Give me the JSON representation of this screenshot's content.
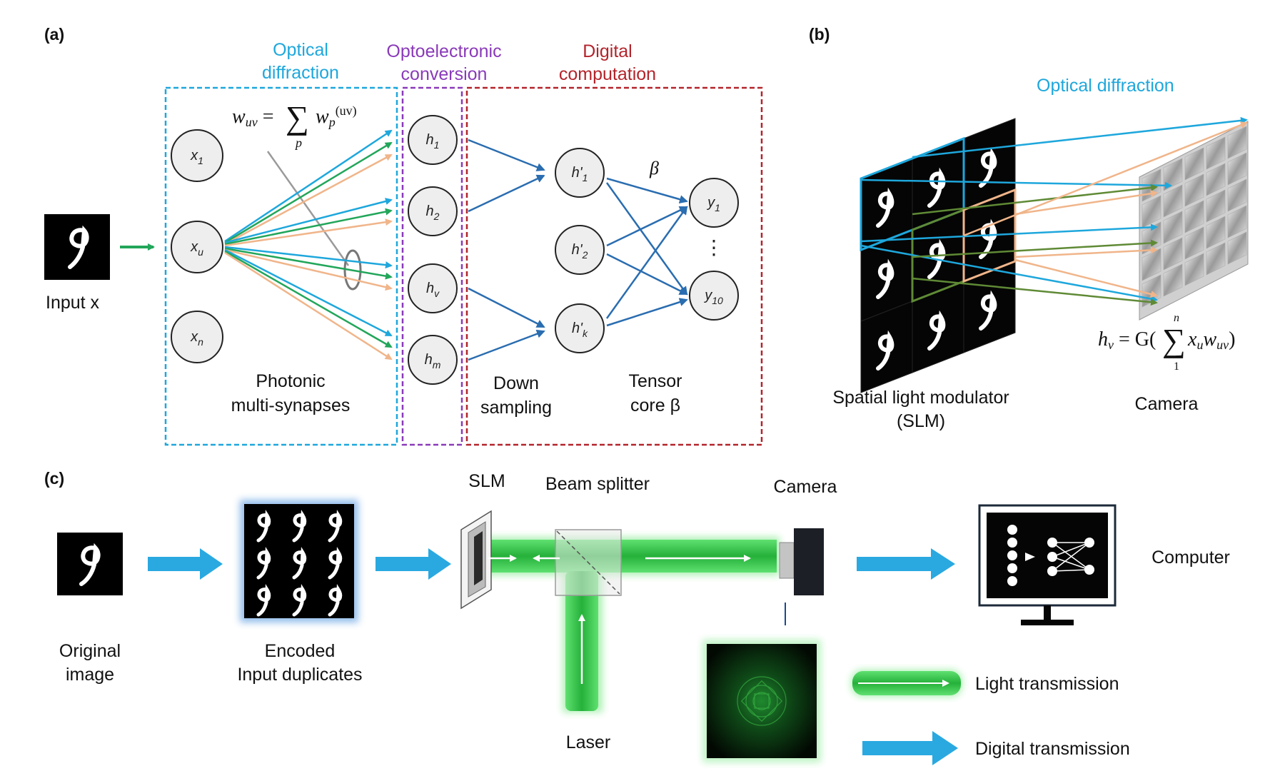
{
  "panels": {
    "a": "(a)",
    "b": "(b)",
    "c": "(c)"
  },
  "colors": {
    "optical": "#1ea7dc",
    "optoelectronic": "#8a3ab9",
    "digital": "#b3242b",
    "green": "#22a65a",
    "orange": "#f0b58a",
    "blue_arrow": "#2aa9e0",
    "dark_blue": "#2a6db0",
    "laser": "#34c24a"
  },
  "panel_a": {
    "input_label": "Input x",
    "optical_title": [
      "Optical",
      "diffraction"
    ],
    "opto_title": [
      "Optoelectronic",
      "conversion"
    ],
    "digital_title": [
      "Digital",
      "computation"
    ],
    "equation": {
      "lhs": "w",
      "lhs_sub": "uv",
      "eq": " = ",
      "sum": "∑",
      "sum_sub": "p",
      "rhs": "w",
      "rhs_sub": "p",
      "rhs_sup": "(uv)"
    },
    "input_nodes": [
      {
        "main": "x",
        "sub": "1"
      },
      {
        "main": "x",
        "sub": "u"
      },
      {
        "main": "x",
        "sub": "n"
      }
    ],
    "hidden_nodes": [
      {
        "main": "h",
        "sub": "1"
      },
      {
        "main": "h",
        "sub": "2"
      },
      {
        "main": "h",
        "sub": "v"
      },
      {
        "main": "h",
        "sub": "m"
      }
    ],
    "down_nodes": [
      {
        "main": "h'",
        "sub": "1"
      },
      {
        "main": "h'",
        "sub": "2"
      },
      {
        "main": "h'",
        "sub": "k"
      }
    ],
    "output_nodes": [
      {
        "main": "y",
        "sub": "1"
      },
      {
        "main": "y",
        "sub": "10"
      }
    ],
    "dots": "⋮",
    "beta": "β",
    "photonic_label": [
      "Photonic",
      "multi-synapses"
    ],
    "down_label": [
      "Down",
      "sampling"
    ],
    "tensor_label": [
      "Tensor",
      "core β"
    ]
  },
  "panel_b": {
    "title": "Optical diffraction",
    "slm_label": [
      "Spatial light modulator",
      "(SLM)"
    ],
    "camera_label": "Camera",
    "equation": {
      "lhs": "h",
      "lhs_sub": "v",
      "eq": " = G(",
      "sum": "∑",
      "sum_top": "n",
      "sum_bottom": "1",
      "x": "x",
      "x_sub": "u",
      "w": "w",
      "w_sub": "uv",
      "close": ")"
    }
  },
  "panel_c": {
    "original_label": [
      "Original",
      "image"
    ],
    "encoded_label": [
      "Encoded",
      "Input duplicates"
    ],
    "slm_label": "SLM",
    "beam_splitter_label": "Beam splitter",
    "camera_label": "Camera",
    "laser_label": "Laser",
    "computer_label": "Computer",
    "legend": [
      {
        "type": "light",
        "label": "Light transmission"
      },
      {
        "type": "digital",
        "label": "Digital transmission"
      }
    ]
  }
}
